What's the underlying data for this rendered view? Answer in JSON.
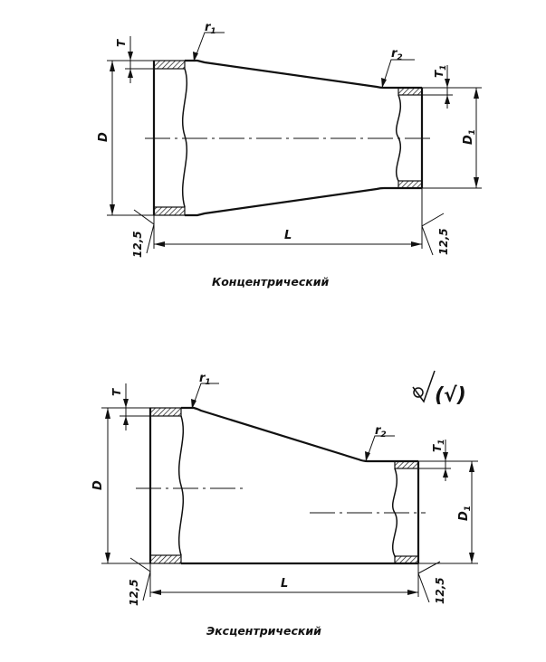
{
  "concentric": {
    "caption": "Концентрический",
    "label_T": "T",
    "label_T1": "T",
    "label_T1_sub": "1",
    "label_r1": "r",
    "label_r1_sub": "1",
    "label_r2": "r",
    "label_r2_sub": "2",
    "label_D": "D",
    "label_D1": "D",
    "label_D1_sub": "1",
    "label_L": "L",
    "roughness_left": "12,5",
    "roughness_right": "12,5"
  },
  "eccentric": {
    "caption": "Эксцентрический",
    "label_T": "T",
    "label_T1": "T",
    "label_T1_sub": "1",
    "label_r1": "r",
    "label_r1_sub": "1",
    "label_r2": "r",
    "label_r2_sub": "2",
    "label_D": "D",
    "label_D1": "D",
    "label_D1_sub": "1",
    "label_L": "L",
    "roughness_left": "12,5",
    "roughness_right": "12,5",
    "general_roughness": "(√)"
  }
}
